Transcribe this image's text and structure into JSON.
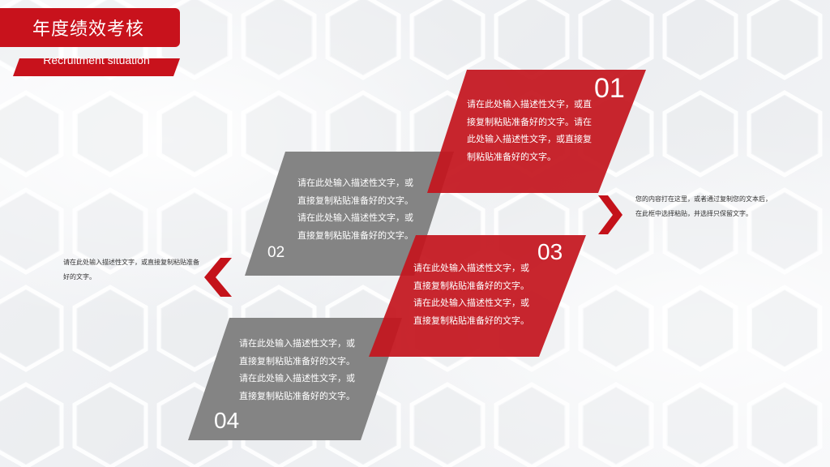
{
  "header": {
    "title": "年度绩效考核",
    "subtitle": "Recruitment situation"
  },
  "colors": {
    "accent_red": "#c4161e",
    "block_gray": "#808080",
    "background": "#f4f5f7"
  },
  "blocks": [
    {
      "number": "01",
      "color": "red",
      "text": "请在此处输入描述性文字，或直接复制粘贴准备好的文字。请在此处输入描述性文字，或直接复制粘贴准备好的文字。"
    },
    {
      "number": "02",
      "color": "gray",
      "text": "请在此处输入描述性文字，或直接复制粘贴准备好的文字。请在此处输入描述性文字，或直接复制粘贴准备好的文字。"
    },
    {
      "number": "03",
      "color": "red",
      "text": "请在此处输入描述性文字，或直接复制粘贴准备好的文字。请在此处输入描述性文字，或直接复制粘贴准备好的文字。"
    },
    {
      "number": "04",
      "color": "gray",
      "text": "请在此处输入描述性文字，或直接复制粘贴准备好的文字。请在此处输入描述性文字，或直接复制粘贴准备好的文字。"
    }
  ],
  "side_notes": {
    "right": {
      "icon": "chevron-right-icon",
      "text": "您的内容打在这里，或者通过复制您的文本后，在此框中选择粘贴，并选择只保留文字。"
    },
    "left": {
      "icon": "chevron-left-icon",
      "text": "请在此处输入描述性文字，或直接复制粘贴准备好的文字。"
    }
  }
}
